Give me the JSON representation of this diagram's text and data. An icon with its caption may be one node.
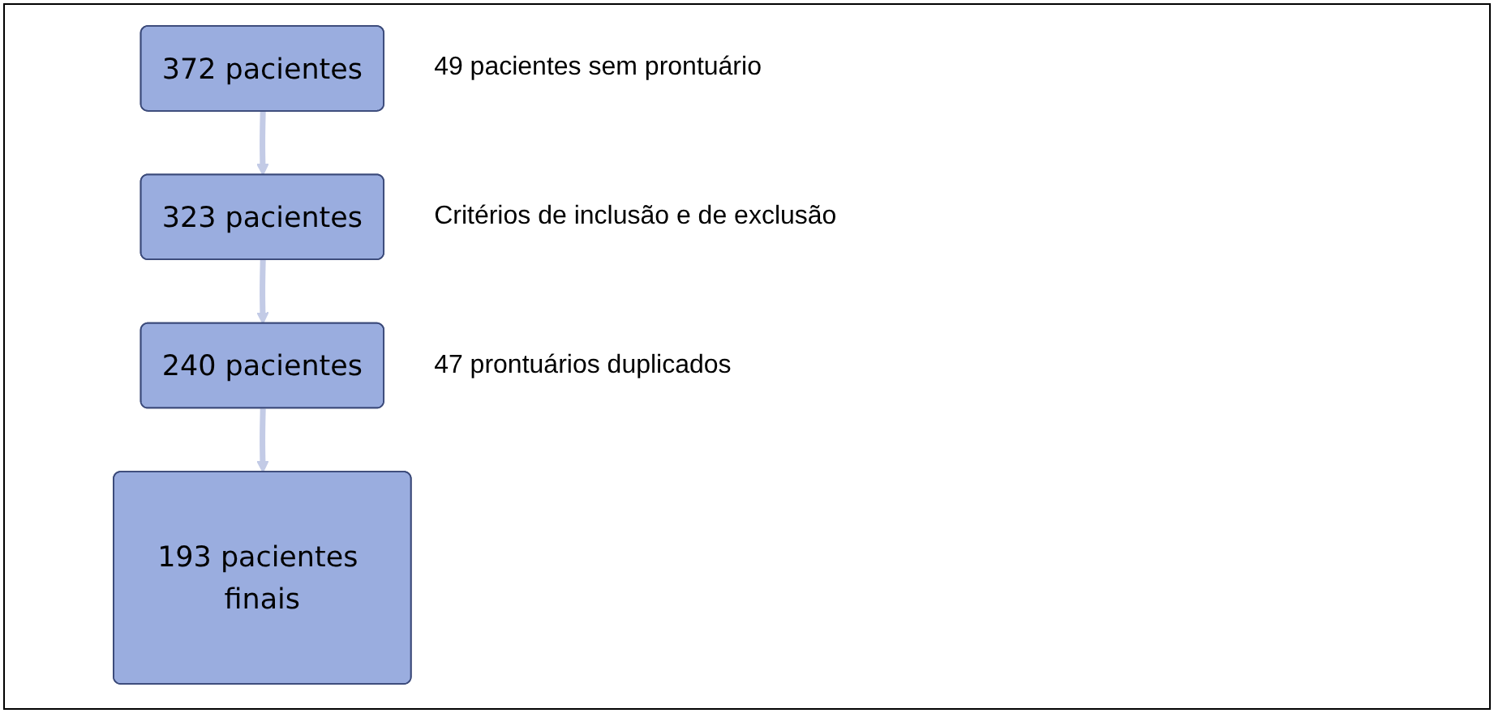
{
  "diagram": {
    "nodes": [
      {
        "text": [
          "372 pacientes"
        ],
        "beside": [
          "49 pacientes sem prontuário"
        ]
      },
      {
        "text": [
          "323 pacientes"
        ],
        "beside": [
          "Critérios de inclusão e de exclusão"
        ]
      },
      {
        "text": [
          "240 pacientes"
        ],
        "beside": [
          "47 prontuários duplicados"
        ]
      },
      {
        "text": [
          "193 pacientes finais"
        ]
      }
    ],
    "edges": [
      {
        "from": 0,
        "to": 1,
        "arrow": "to"
      },
      {
        "from": 1,
        "to": 2,
        "arrow": "to"
      },
      {
        "from": 2,
        "to": 3,
        "arrow": "to"
      }
    ]
  }
}
